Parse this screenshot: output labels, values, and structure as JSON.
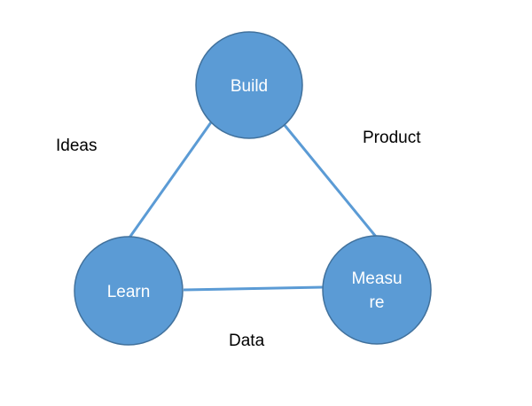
{
  "nodes": {
    "build": {
      "label": "Build"
    },
    "learn": {
      "label": "Learn"
    },
    "measure": {
      "label_line1": "Measu",
      "label_line2": "re"
    }
  },
  "edge_labels": {
    "ideas": "Ideas",
    "product": "Product",
    "data": "Data"
  },
  "colors": {
    "node_fill": "#5b9bd5",
    "node_border": "#41719c",
    "edge": "#5b9bd5",
    "node_text": "#ffffff",
    "label_text": "#000000",
    "background": "#ffffff"
  }
}
